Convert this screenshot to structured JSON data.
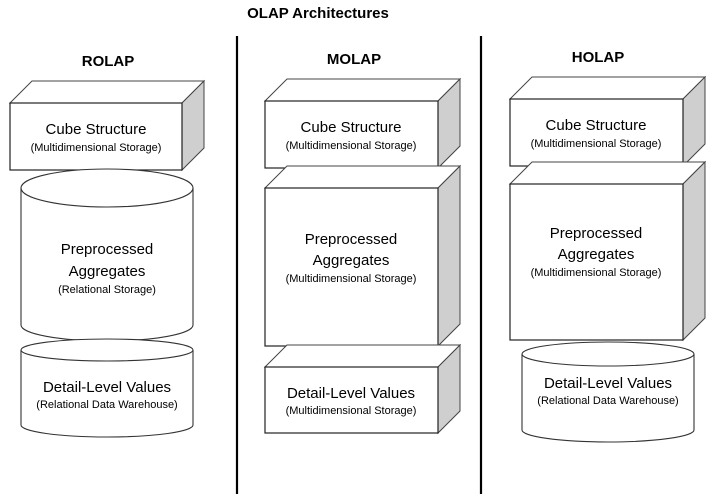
{
  "title": "OLAP Architectures",
  "columns": [
    {
      "name": "ROLAP",
      "layers": [
        {
          "shape": "box",
          "label": "Cube Structure",
          "sublabel": "(Multidimensional Storage)"
        },
        {
          "shape": "cylinder",
          "label_line1": "Preprocessed",
          "label_line2": "Aggregates",
          "sublabel": "(Relational Storage)"
        },
        {
          "shape": "cylinder",
          "label": "Detail-Level Values",
          "sublabel": "(Relational Data Warehouse)"
        }
      ]
    },
    {
      "name": "MOLAP",
      "layers": [
        {
          "shape": "box",
          "label": "Cube Structure",
          "sublabel": "(Multidimensional Storage)"
        },
        {
          "shape": "box",
          "label_line1": "Preprocessed",
          "label_line2": "Aggregates",
          "sublabel": "(Multidimensional Storage)"
        },
        {
          "shape": "box",
          "label": "Detail-Level Values",
          "sublabel": "(Multidimensional Storage)"
        }
      ]
    },
    {
      "name": "HOLAP",
      "layers": [
        {
          "shape": "box",
          "label": "Cube Structure",
          "sublabel": "(Multidimensional Storage)"
        },
        {
          "shape": "box",
          "label_line1": "Preprocessed",
          "label_line2": "Aggregates",
          "sublabel": "(Multidimensional Storage)"
        },
        {
          "shape": "cylinder",
          "label": "Detail-Level Values",
          "sublabel": "(Relational Data Warehouse)"
        }
      ]
    }
  ]
}
